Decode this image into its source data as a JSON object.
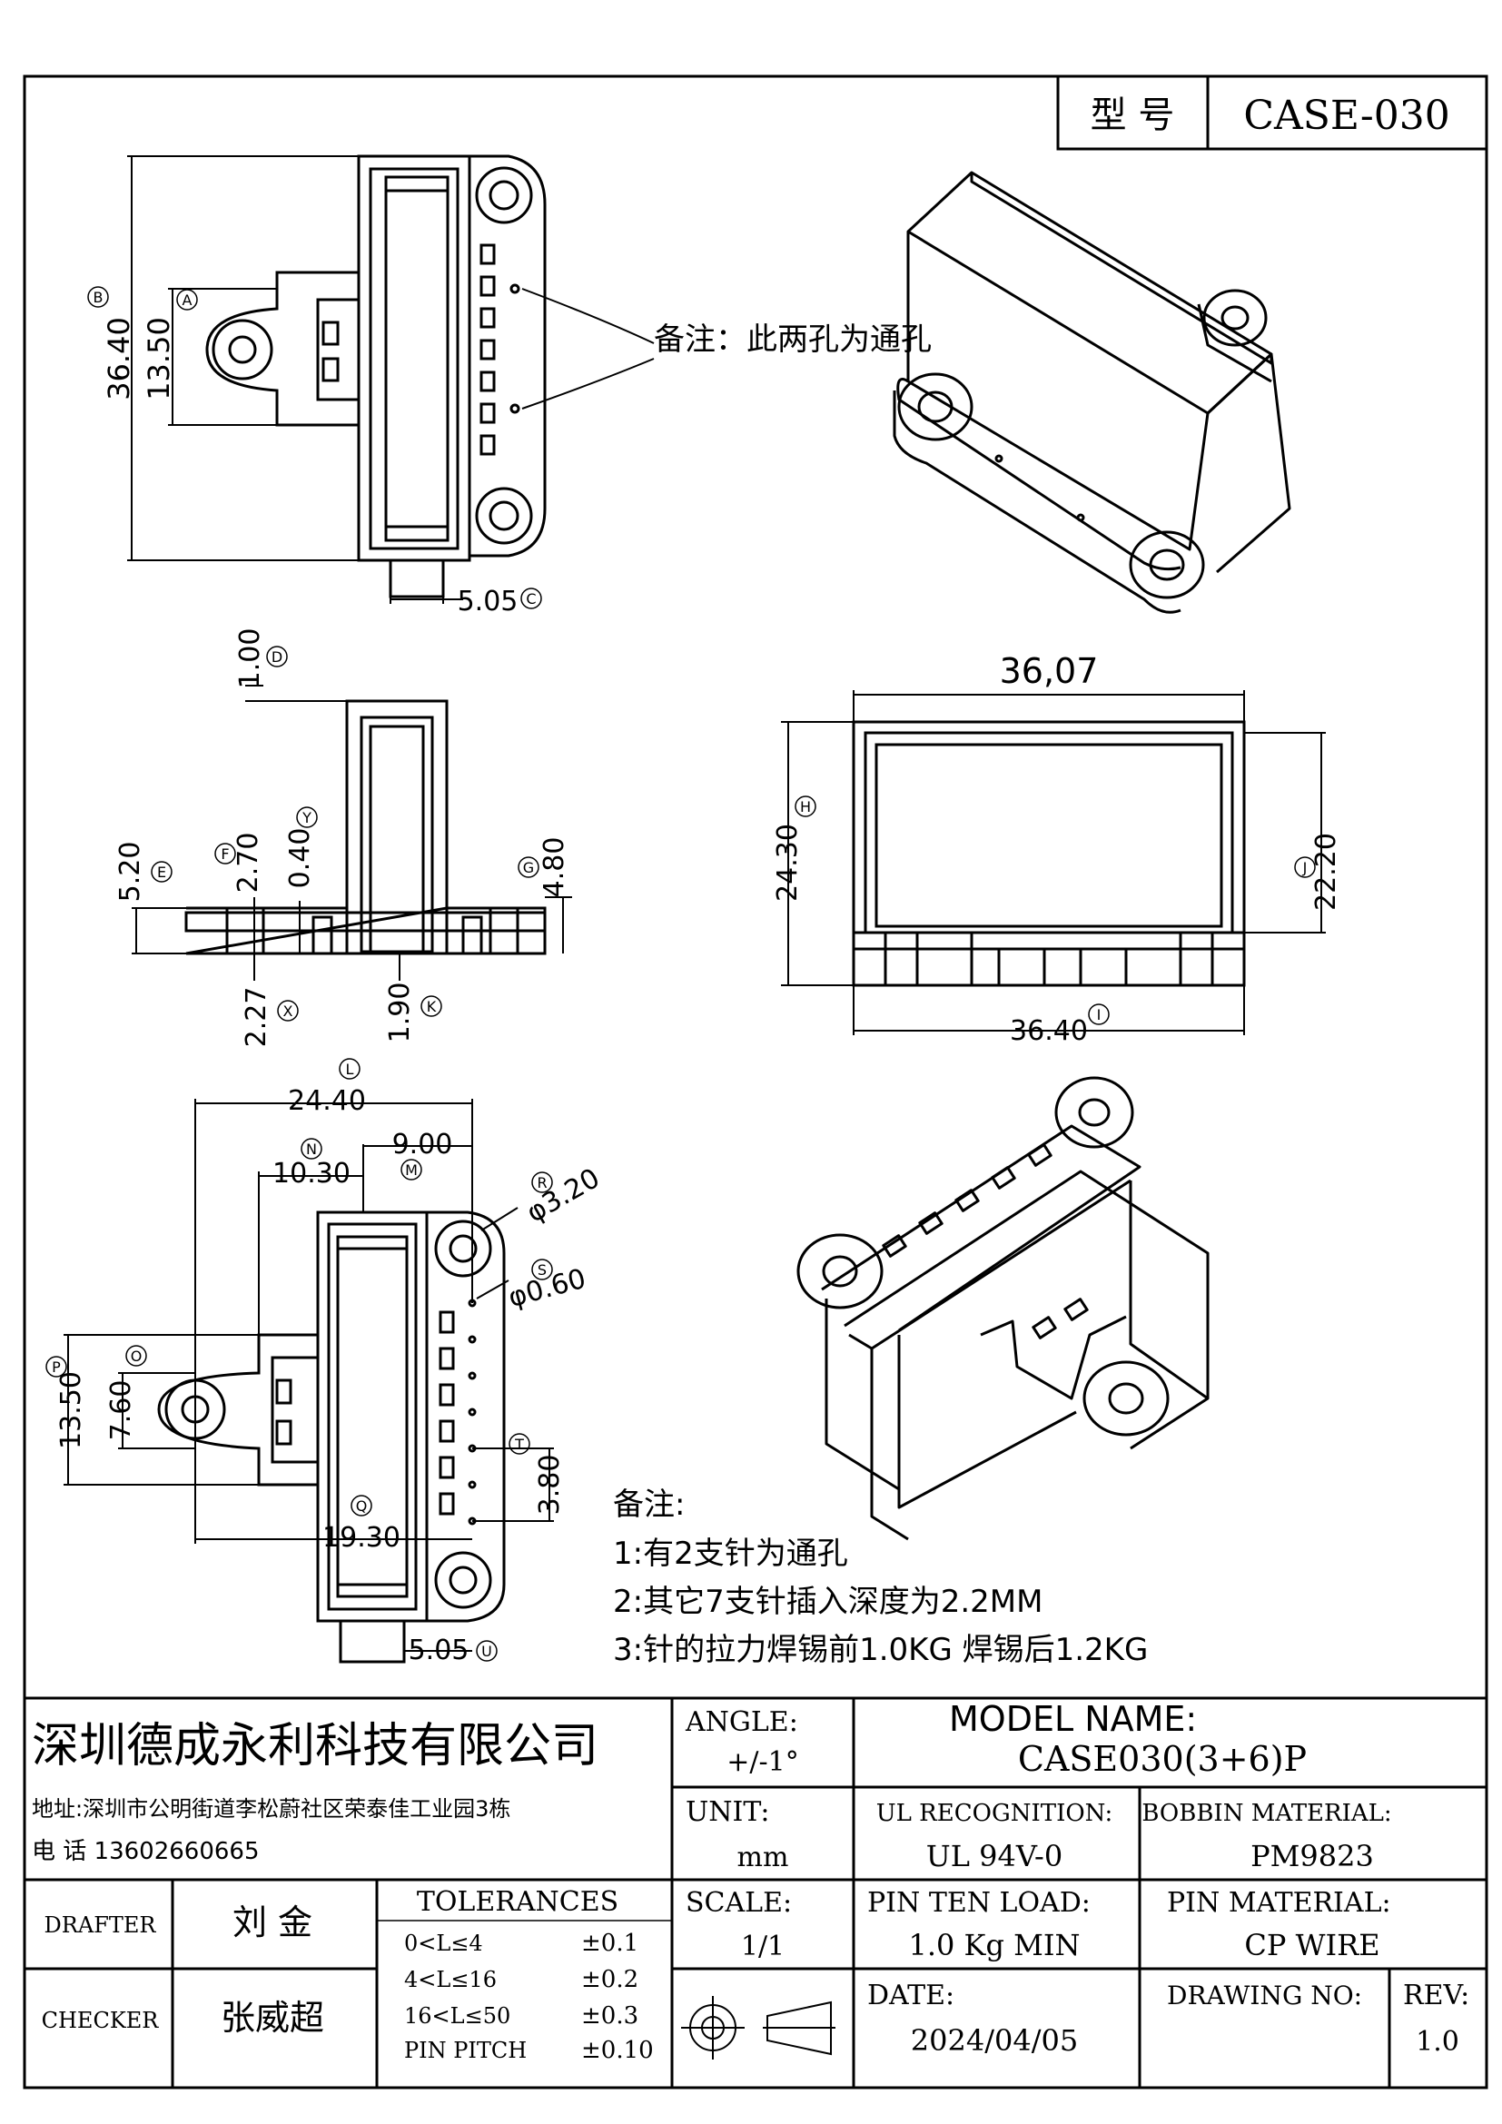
{
  "title_box": {
    "label": "型 号",
    "model": "CASE-030"
  },
  "notes": {
    "top_note": "备注：此两孔为通孔",
    "bottom_heading": "备注:",
    "items": [
      "1:有2支针为通孔",
      "2:其它7支针插入深度为2.2MM",
      "3:针的拉力焊锡前1.0KG 焊锡后1.2KG"
    ]
  },
  "dimensions": {
    "top_view": {
      "B": "36.40",
      "A": "13.50",
      "C": "5.05"
    },
    "side_view": {
      "D": "1.00",
      "E": "5.20",
      "F": "2.70",
      "Y": "0.40",
      "G": "4.80",
      "X": "2.27",
      "K": "1.90"
    },
    "front_view": {
      "width_top": "36,07",
      "H": "24.30",
      "J": "22.20",
      "I": "36.40"
    },
    "bottom_view": {
      "L": "24.40",
      "M": "9.00",
      "N": "10.30",
      "R": "φ3.20",
      "S": "φ0.60",
      "P": "13.50",
      "O": "7.60",
      "T": "3.80",
      "Q": "19.30",
      "U": "5.05"
    }
  },
  "title_block": {
    "company": "深圳德成永利科技有限公司",
    "address": "地址:深圳市公明街道李松蔚社区荣泰佳工业园3栋",
    "phone": "电 话  13602660665",
    "angle_label": "ANGLE:",
    "angle_value": "+/-1°",
    "model_name_label": "MODEL NAME:",
    "model_name_value": "CASE030(3+6)P",
    "unit_label": "UNIT:",
    "unit_value": "mm",
    "ul_label": "UL RECOGNITION:",
    "ul_value": "UL 94V-0",
    "bobbin_label": "BOBBIN MATERIAL:",
    "bobbin_value": "PM9823",
    "drafter_label": "DRAFTER",
    "drafter_name": "刘  金",
    "checker_label": "CHECKER",
    "checker_name": "张威超",
    "tolerances_label": "TOLERANCES",
    "tolerances": [
      {
        "range": "0<L≤4",
        "value": "±0.1"
      },
      {
        "range": "4<L≤16",
        "value": "±0.2"
      },
      {
        "range": "16<L≤50",
        "value": "±0.3"
      },
      {
        "range": "PIN PITCH",
        "value": "±0.10"
      }
    ],
    "scale_label": "SCALE:",
    "scale_value": "1/1",
    "pin_load_label": "PIN TEN LOAD:",
    "pin_load_value": "1.0 Kg MIN",
    "pin_material_label": "PIN MATERIAL:",
    "pin_material_value": "CP WIRE",
    "date_label": "DATE:",
    "date_value": "2024/04/05",
    "drawing_no_label": "DRAWING NO:",
    "rev_label": "REV:",
    "rev_value": "1.0"
  }
}
